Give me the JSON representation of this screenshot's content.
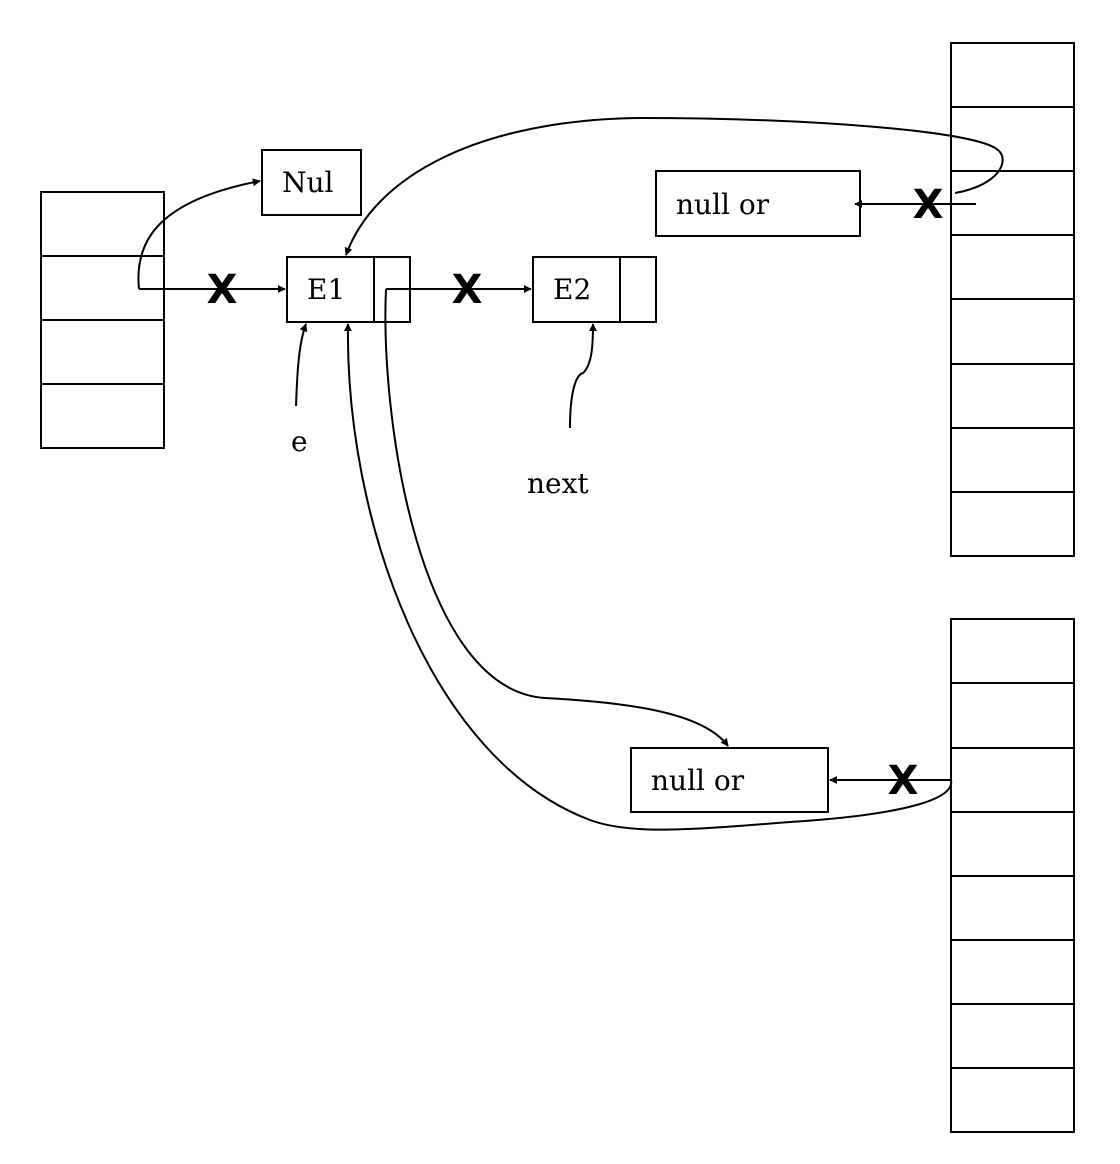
{
  "nodes": {
    "nul_label": "Nul",
    "e1_label": "E1",
    "e2_label": "E2",
    "null_or_top_label": "null or",
    "null_or_bottom_label": "null or"
  },
  "pointers": {
    "e_label": "e",
    "next_label": "next"
  },
  "marks": {
    "cut_symbol": "X"
  },
  "tables": {
    "left_rows": 4,
    "right_top_rows": 8,
    "right_bottom_rows": 8
  }
}
